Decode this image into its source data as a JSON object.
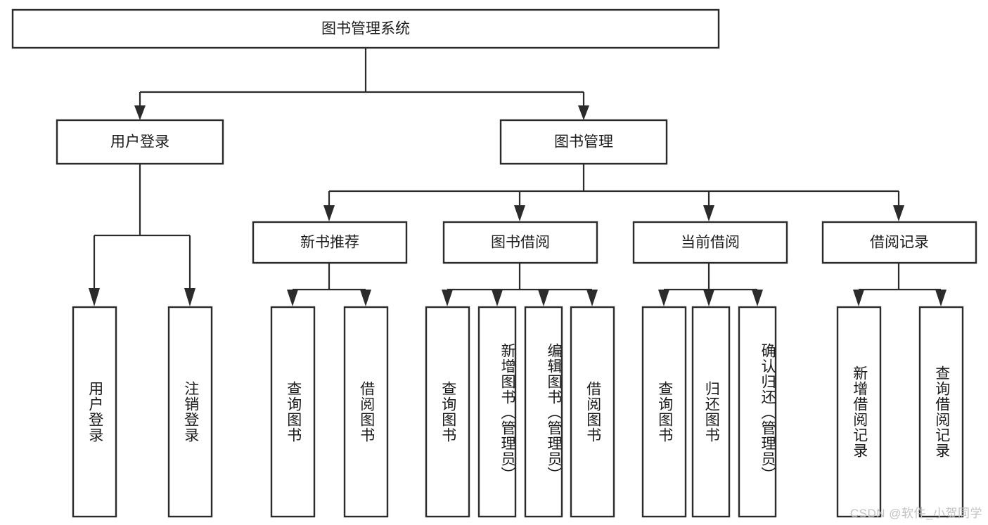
{
  "diagram": {
    "type": "tree-flowchart",
    "title": "图书管理系统",
    "watermark": "CSDN @软件_小贺同学",
    "colors": {
      "box_fill": "#ffffff",
      "box_stroke": "#2b2b2b",
      "connector": "#2b2b2b",
      "text": "#1a1a1a",
      "background": "#ffffff",
      "watermark": "#c2c2c2"
    },
    "root": {
      "label": "图书管理系统"
    },
    "level2": [
      {
        "label": "用户登录"
      },
      {
        "label": "图书管理"
      }
    ],
    "level3": [
      {
        "label": "新书推荐"
      },
      {
        "label": "图书借阅"
      },
      {
        "label": "当前借阅"
      },
      {
        "label": "借阅记录"
      }
    ],
    "leaves": {
      "user_login": [
        {
          "label": "用户登录"
        },
        {
          "label": "注销登录"
        }
      ],
      "new_book": [
        {
          "label": "查询图书"
        },
        {
          "label": "借阅图书"
        }
      ],
      "book_borrow": [
        {
          "label": "查询图书"
        },
        {
          "label": "新增图书（管理员）"
        },
        {
          "label": "编辑图书（管理员）"
        },
        {
          "label": "借阅图书"
        }
      ],
      "current_borrow": [
        {
          "label": "查询图书"
        },
        {
          "label": "归还图书"
        },
        {
          "label": "确认归还（管理员）"
        }
      ],
      "borrow_record": [
        {
          "label": "新增借阅记录"
        },
        {
          "label": "查询借阅记录"
        }
      ]
    }
  }
}
